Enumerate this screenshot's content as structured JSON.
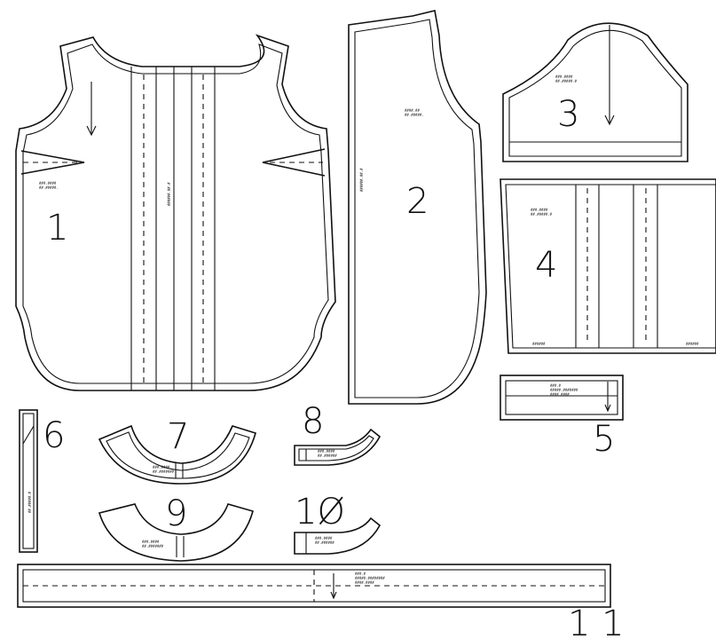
{
  "pieces": [
    {
      "id": "1",
      "label": "1"
    },
    {
      "id": "2",
      "label": "2"
    },
    {
      "id": "3",
      "label": "3"
    },
    {
      "id": "4",
      "label": "4"
    },
    {
      "id": "5",
      "label": "5"
    },
    {
      "id": "6",
      "label": "6"
    },
    {
      "id": "7",
      "label": "7"
    },
    {
      "id": "8",
      "label": "8"
    },
    {
      "id": "9",
      "label": "9"
    },
    {
      "id": "10",
      "label": "1Ø"
    },
    {
      "id": "11",
      "label": "1 1"
    }
  ],
  "colors": {
    "line": "#111111",
    "background": "#ffffff"
  }
}
